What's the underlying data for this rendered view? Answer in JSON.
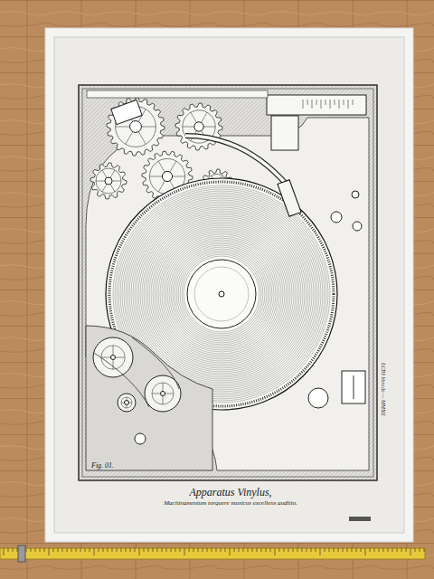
{
  "diagram": {
    "title": "Apparatus Vinylus,",
    "caption": "Machinamentum torquere musicus excellens auditio.",
    "labels": [
      "Fig. 01.",
      "LCBS blov.de — MMXII"
    ]
  }
}
